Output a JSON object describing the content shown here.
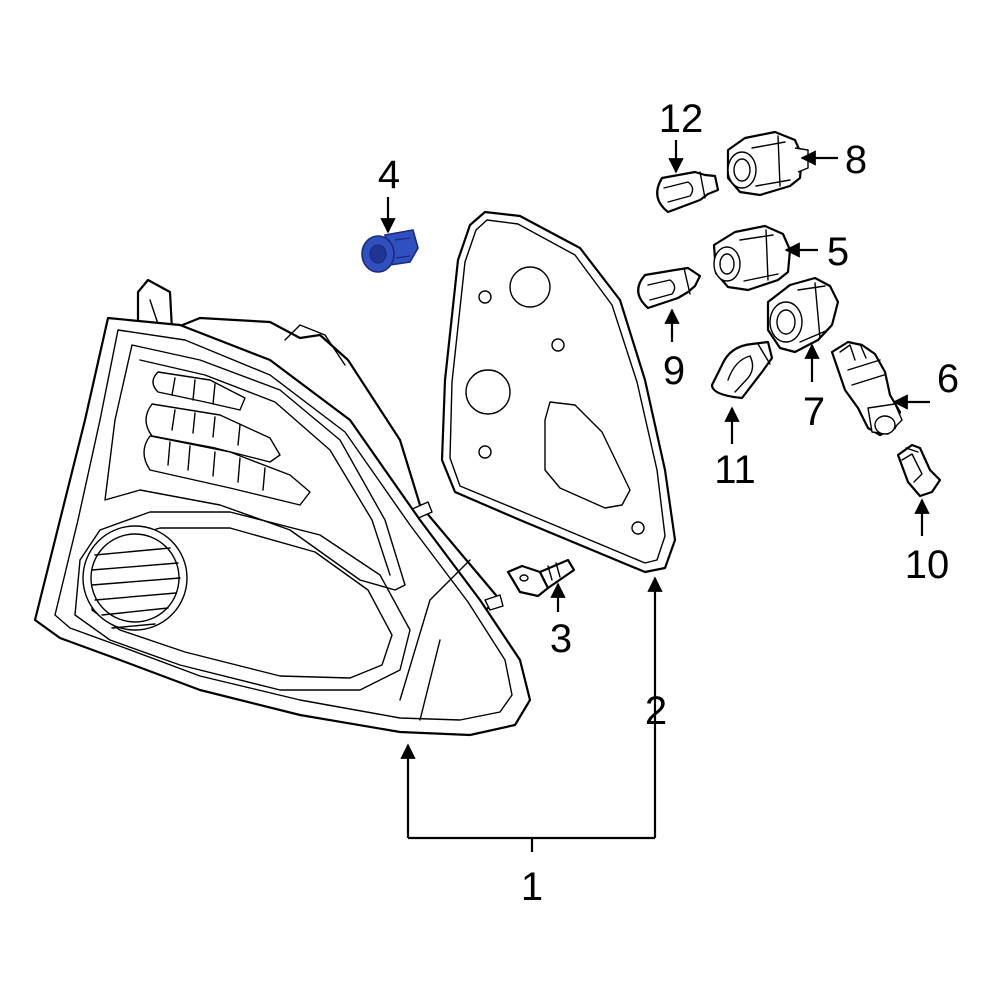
{
  "diagram": {
    "callouts": {
      "c1": "1",
      "c2": "2",
      "c3": "3",
      "c4": "4",
      "c5": "5",
      "c6": "6",
      "c7": "7",
      "c8": "8",
      "c9": "9",
      "c10": "10",
      "c11": "11",
      "c12": "12"
    },
    "colors": {
      "line": "#000000",
      "background": "#ffffff",
      "highlight": "#3050c0",
      "highlight_dark": "#1f3595"
    }
  }
}
